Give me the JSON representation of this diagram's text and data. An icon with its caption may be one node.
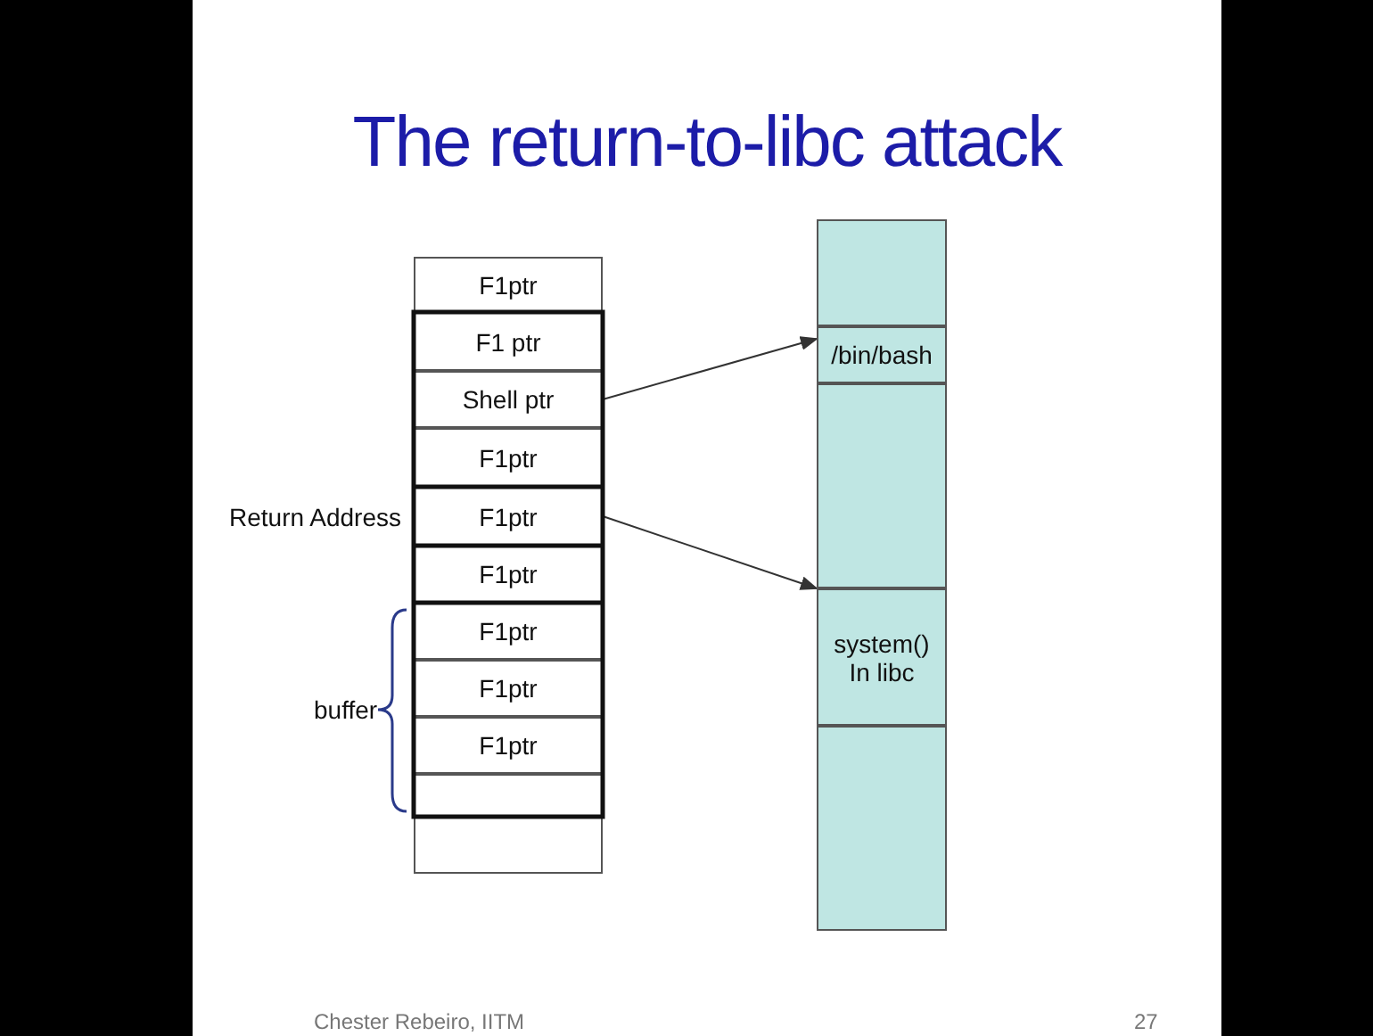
{
  "diagram": {
    "title": "The return-to-libc attack",
    "nodes": [
      {
        "text": [
          "F1ptr"
        ]
      },
      {
        "text": [
          "F1 ptr"
        ]
      },
      {
        "text": [
          "Shell ptr"
        ]
      },
      {
        "text": [
          "F1ptr"
        ]
      },
      {
        "text": [
          "F1ptr"
        ],
        "beside": [
          "Return Address"
        ]
      },
      {
        "text": [
          "F1ptr"
        ]
      },
      {
        "text": [
          "F1ptr"
        ]
      },
      {
        "text": [
          "F1ptr"
        ]
      },
      {
        "text": [
          "F1ptr"
        ]
      },
      {
        "text": [],
        "shape": "box"
      },
      {
        "text": [],
        "shape": "box"
      },
      {
        "text": [],
        "shape": "box"
      },
      {
        "text": [
          "/bin/bash"
        ]
      },
      {
        "text": [],
        "shape": "box"
      },
      {
        "text": [
          "system() In libc"
        ]
      },
      {
        "text": [],
        "shape": "box"
      }
    ],
    "edges": [
      {
        "from": 2,
        "to": 12,
        "arrow": "to"
      },
      {
        "from": 4,
        "to": 14,
        "arrow": "to"
      }
    ],
    "labels": [
      "buffer",
      "Chester Rebeiro, IITM",
      "27"
    ]
  }
}
